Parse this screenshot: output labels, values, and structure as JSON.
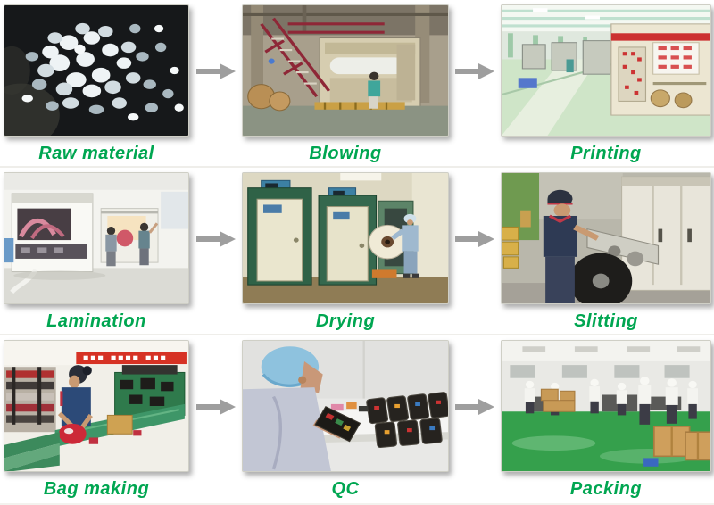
{
  "page": {
    "background": "#ffffff"
  },
  "colors": {
    "label_green": "#00a651",
    "arrow_gray": "#9e9e9e"
  },
  "arrow": {
    "icon": "arrow-right-icon",
    "direction": "right"
  },
  "flow": {
    "rows": [
      {
        "steps": [
          {
            "label": "Raw material",
            "photo": "raw-material-photo"
          },
          {
            "label": "Blowing",
            "photo": "blowing-photo"
          },
          {
            "label": "Printing",
            "photo": "printing-photo"
          }
        ]
      },
      {
        "steps": [
          {
            "label": "Lamination",
            "photo": "lamination-photo"
          },
          {
            "label": "Drying",
            "photo": "drying-photo"
          },
          {
            "label": "Slitting",
            "photo": "slitting-photo"
          }
        ]
      },
      {
        "steps": [
          {
            "label": "Bag making",
            "photo": "bag-making-photo"
          },
          {
            "label": "QC",
            "photo": "qc-photo"
          },
          {
            "label": "Packing",
            "photo": "packing-photo"
          }
        ]
      }
    ]
  }
}
